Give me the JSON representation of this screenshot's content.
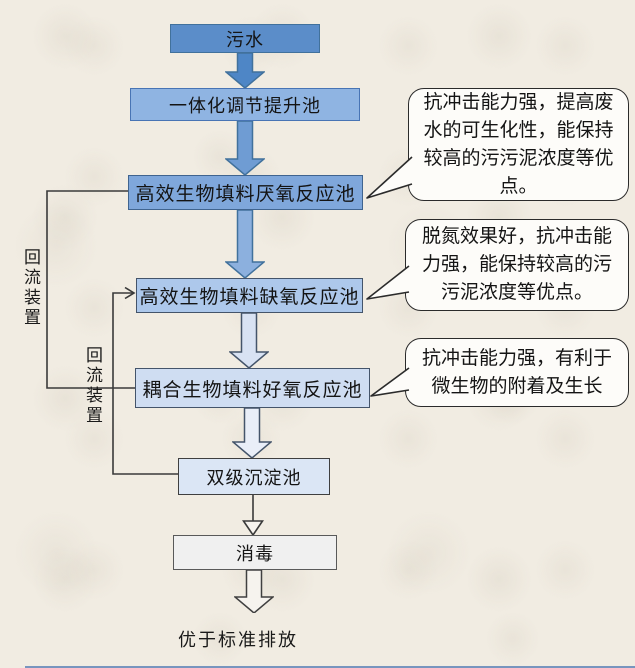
{
  "diagram": {
    "title_hint": "污水处理工艺流程图",
    "flow_nodes": [
      {
        "label": "污水"
      },
      {
        "label": "一体化调节提升池"
      },
      {
        "label": "高效生物填料厌氧反应池"
      },
      {
        "label": "高效生物填料缺氧反应池"
      },
      {
        "label": "耦合生物填料好氧反应池"
      },
      {
        "label": "双级沉淀池"
      },
      {
        "label": "消毒"
      }
    ],
    "output_label": "优于标准排放",
    "reflux_labels": [
      {
        "text": "回流装置"
      },
      {
        "text": "回流装置"
      }
    ],
    "callouts": [
      {
        "text": "抗冲击能力强，提高废水的可生化性，能保持较高的污污泥浓度等优点。",
        "points_to": "高效生物填料厌氧反应池"
      },
      {
        "text": "脱氮效果好，抗冲击能力强，能保持较高的污污泥浓度等优点。",
        "points_to": "高效生物填料缺氧反应池"
      },
      {
        "text": "抗冲击能力强，有利于微生物的附着及生长",
        "points_to": "耦合生物填料好氧反应池"
      }
    ],
    "palette": {
      "background": "#f1ece2",
      "node_fills": [
        "#5b8dc9",
        "#8fb4e2",
        "#7fa7db",
        "#adc8eb",
        "#cfddf2",
        "#dbe6f5",
        "#f0f0f0"
      ],
      "node_borders": [
        "#41719c",
        "#4874b4",
        "#40648f",
        "#44546a",
        "#44546a",
        "#3f3f3f",
        "#595959"
      ],
      "arrow_fills": [
        "#4e86c6",
        "#6f9cd3",
        "#8cb0de",
        "#d8e2f3",
        "#e9eef8",
        "#f6f3ee"
      ],
      "arrow_borders": [
        "#41719c",
        "#41719c",
        "#41719c",
        "#44546a",
        "#44546a",
        "#404040"
      ],
      "thin_arrow_fill": "#f6f3ee",
      "line_color": "#3a3a3a",
      "callout_bg": "#fdfcf9",
      "callout_border": "#2b2b2b",
      "text_color": "#141414"
    }
  }
}
